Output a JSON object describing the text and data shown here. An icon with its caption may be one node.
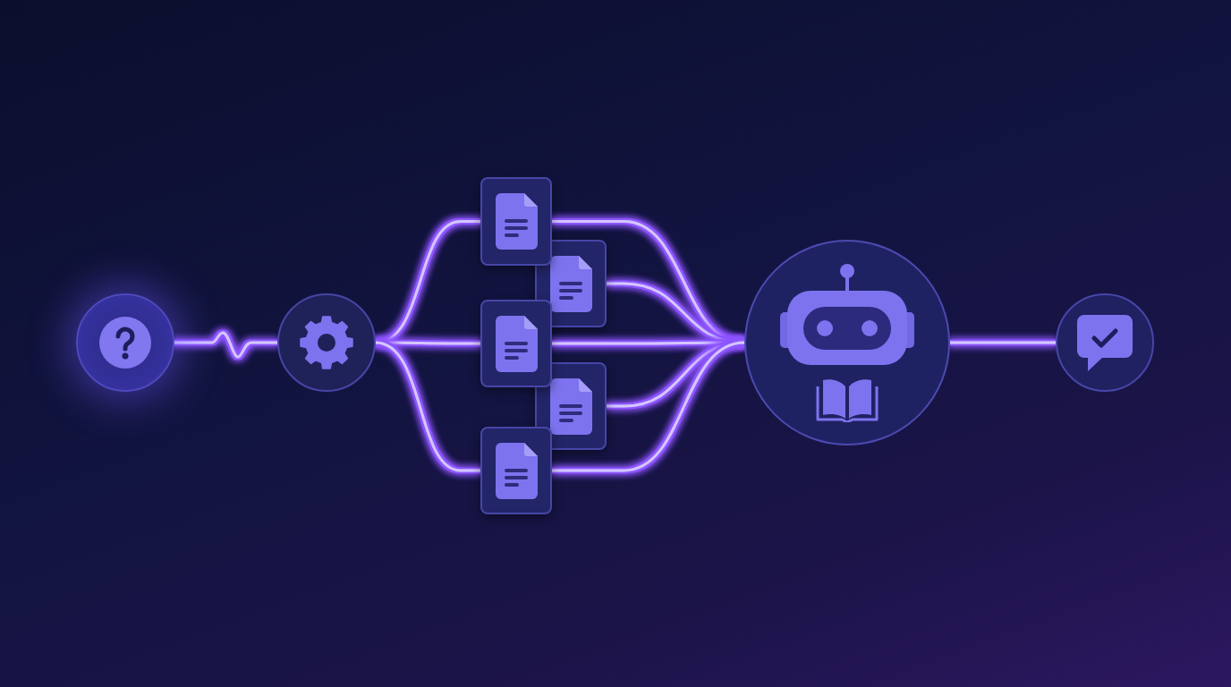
{
  "diagram": {
    "nodes": [
      {
        "text": [],
        "shape": "circle"
      },
      {
        "text": [],
        "shape": "circle"
      },
      {
        "text": [],
        "shape": "box"
      },
      {
        "text": [],
        "shape": "box"
      },
      {
        "text": [],
        "shape": "box"
      },
      {
        "text": [],
        "shape": "box"
      },
      {
        "text": [],
        "shape": "box"
      },
      {
        "text": [],
        "shape": "circle"
      },
      {
        "text": [],
        "shape": "circle"
      }
    ],
    "edges": [
      {
        "from": 0,
        "to": 1,
        "arrow": "none"
      },
      {
        "from": 1,
        "to": 2,
        "arrow": "none"
      },
      {
        "from": 1,
        "to": 4,
        "arrow": "none"
      },
      {
        "from": 1,
        "to": 6,
        "arrow": "none"
      },
      {
        "from": 2,
        "to": 7,
        "arrow": "none"
      },
      {
        "from": 3,
        "to": 7,
        "arrow": "none"
      },
      {
        "from": 4,
        "to": 7,
        "arrow": "none"
      },
      {
        "from": 5,
        "to": 7,
        "arrow": "none"
      },
      {
        "from": 6,
        "to": 7,
        "arrow": "none"
      },
      {
        "from": 7,
        "to": 8,
        "arrow": "none"
      }
    ]
  }
}
